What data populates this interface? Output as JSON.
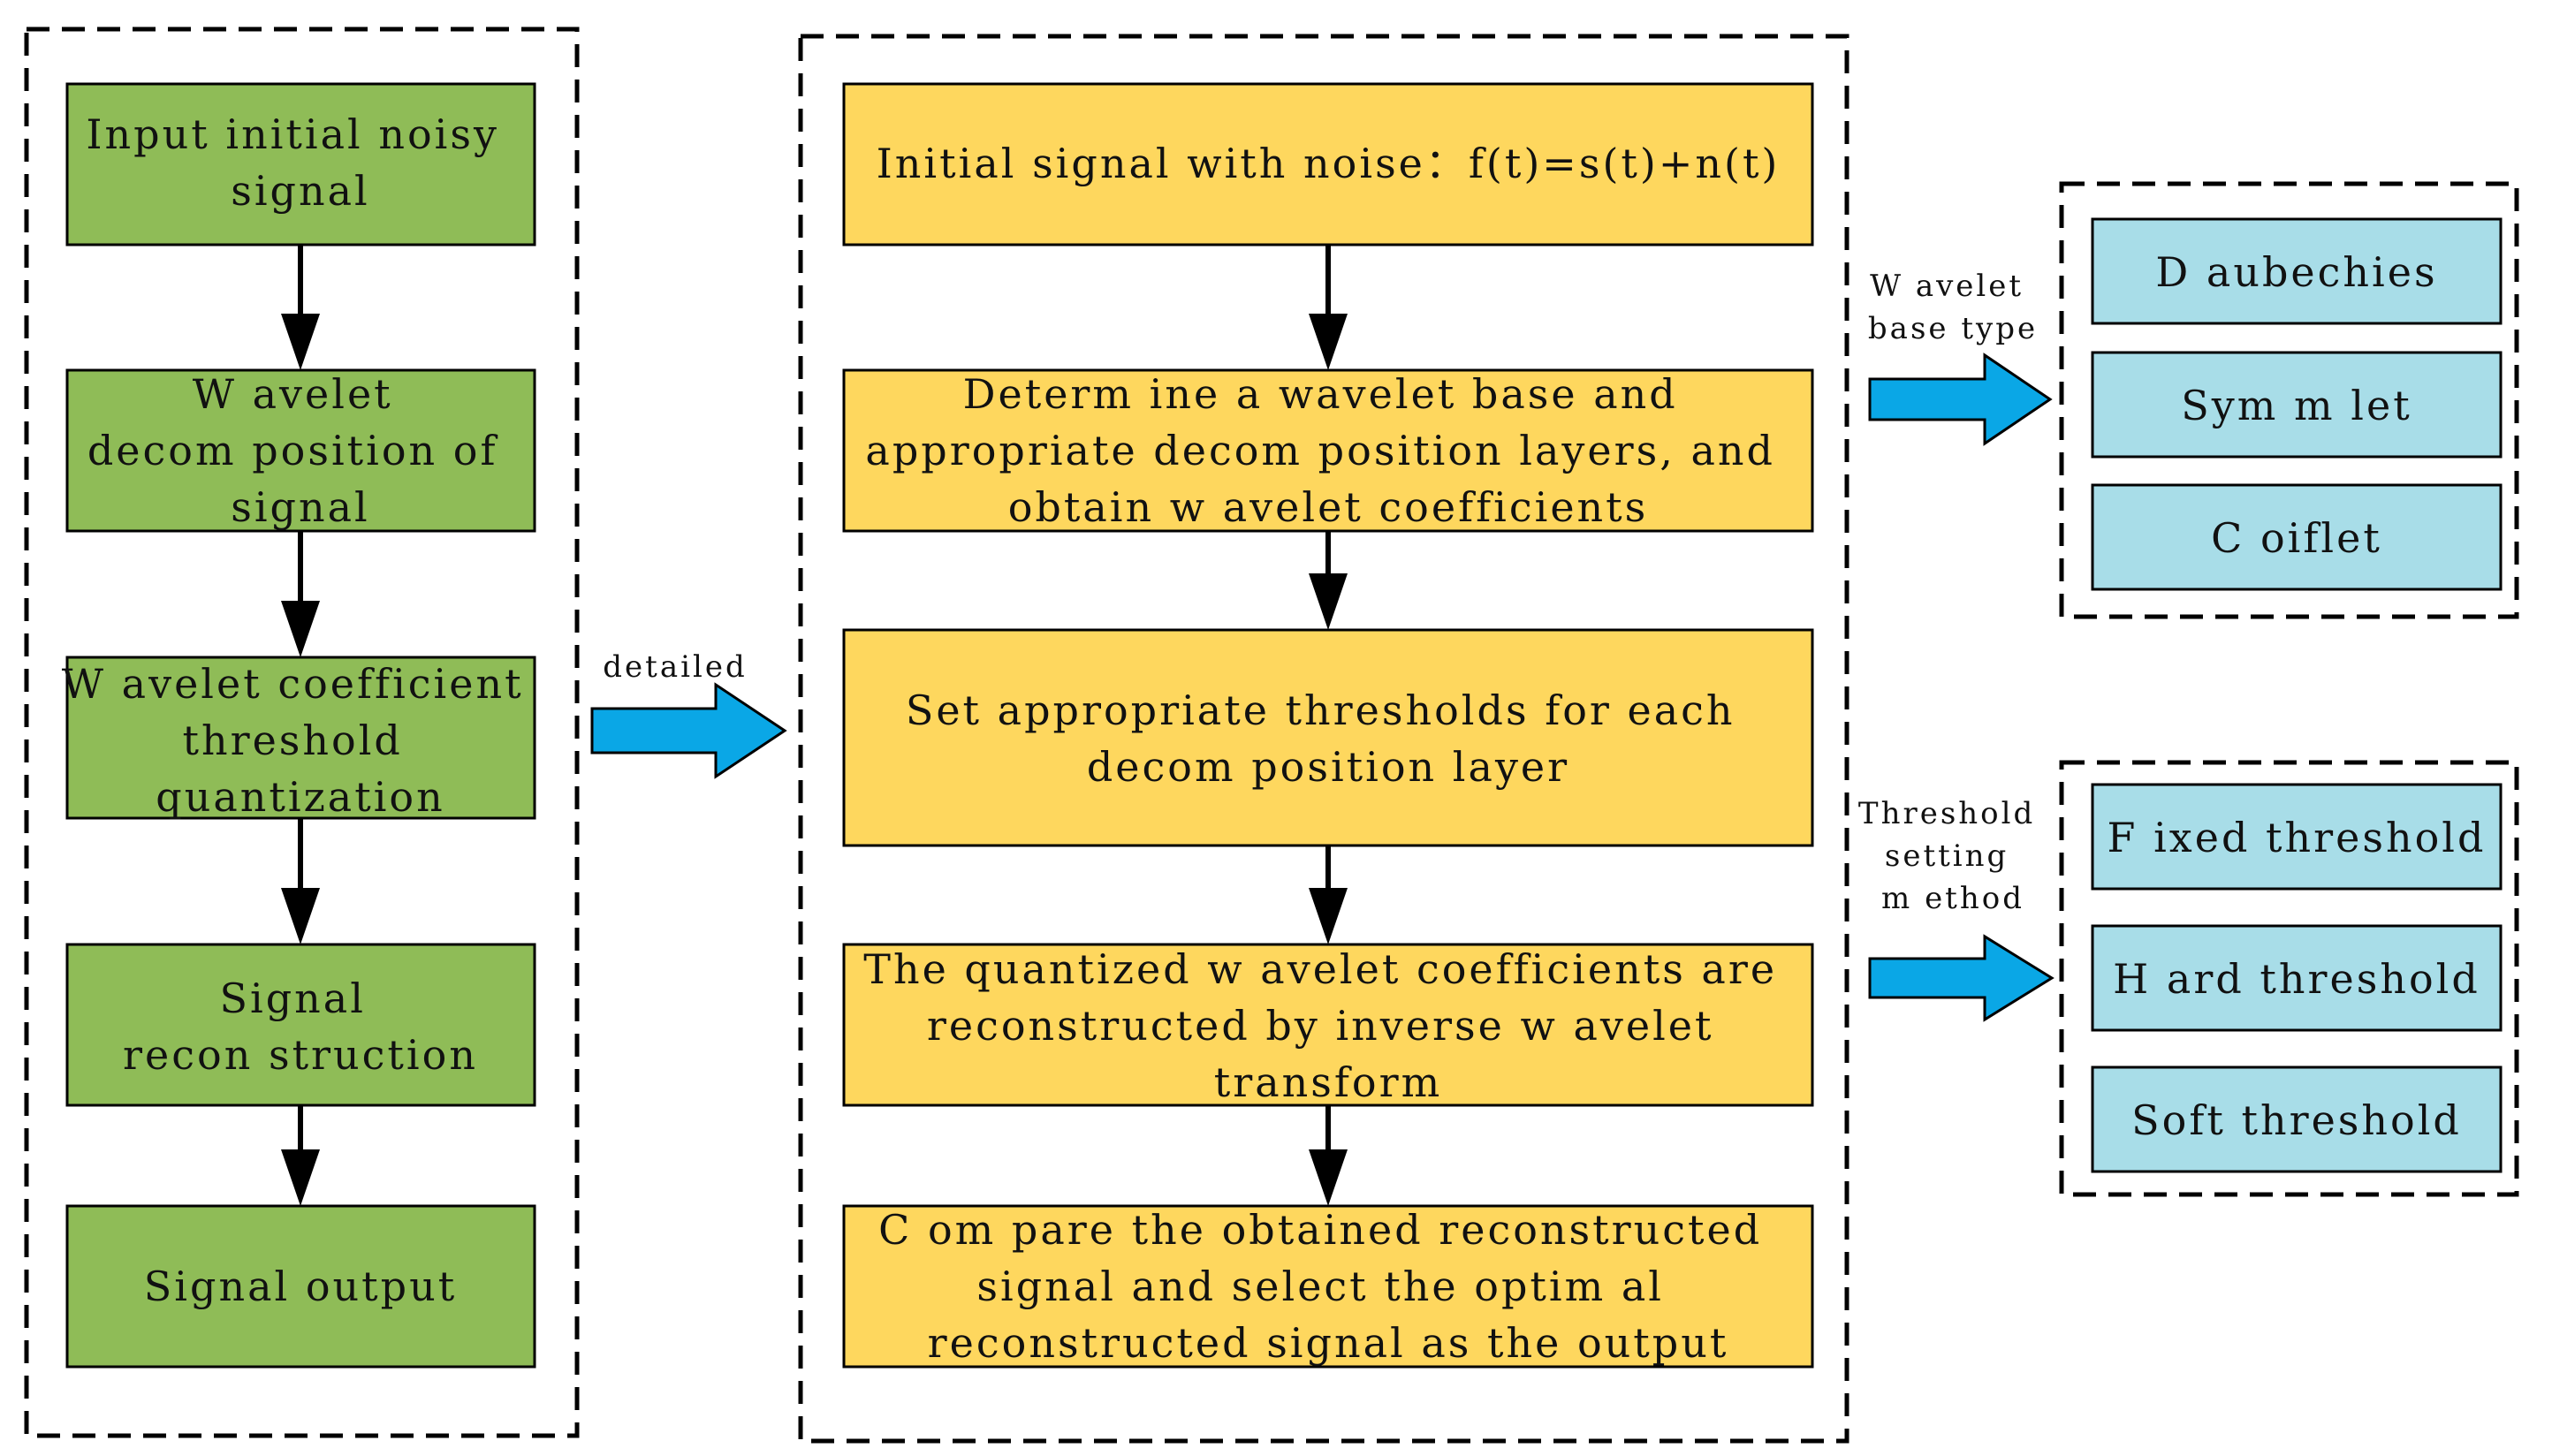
{
  "left_column": {
    "steps": [
      {
        "lines": [
          "Input initial noisy",
          "signal"
        ]
      },
      {
        "lines": [
          "W avelet",
          "decom position of",
          "signal"
        ]
      },
      {
        "lines": [
          "W avelet coefficient",
          "threshold",
          "quantization"
        ]
      },
      {
        "lines": [
          "Signal",
          "recon struction"
        ]
      },
      {
        "lines": [
          "Signal output"
        ]
      }
    ]
  },
  "connector_label": "detailed",
  "middle_column": {
    "steps": [
      {
        "lines": [
          "Initial signal with noise：f(t)=s(t)+n(t)"
        ]
      },
      {
        "lines": [
          "Determ ine a wavelet base and",
          "appropriate decom position layers, and",
          "obtain w avelet coefficients"
        ]
      },
      {
        "lines": [
          "Set appropriate thresholds for each",
          "decom position layer"
        ]
      },
      {
        "lines": [
          "The quantized w avelet coefficients are",
          "reconstructed by inverse w avelet",
          "transform"
        ]
      },
      {
        "lines": [
          "C om pare the obtained reconstructed",
          "signal and select the optim al",
          "reconstructed signal as the output"
        ]
      }
    ]
  },
  "wavelet_group": {
    "label_lines": [
      "W avelet",
      "base type"
    ],
    "options": [
      "D aubechies",
      "Sym m let",
      "C oiflet"
    ]
  },
  "threshold_group": {
    "label_lines": [
      "Threshold",
      "setting",
      "m ethod"
    ],
    "options": [
      "F ixed threshold",
      "H ard threshold",
      "Soft threshold"
    ]
  },
  "colors": {
    "left_boxes": "#8fbc57",
    "middle_boxes": "#fed75e",
    "option_boxes": "#a8dde8",
    "highlight_arrows": "#0aa7e6"
  }
}
